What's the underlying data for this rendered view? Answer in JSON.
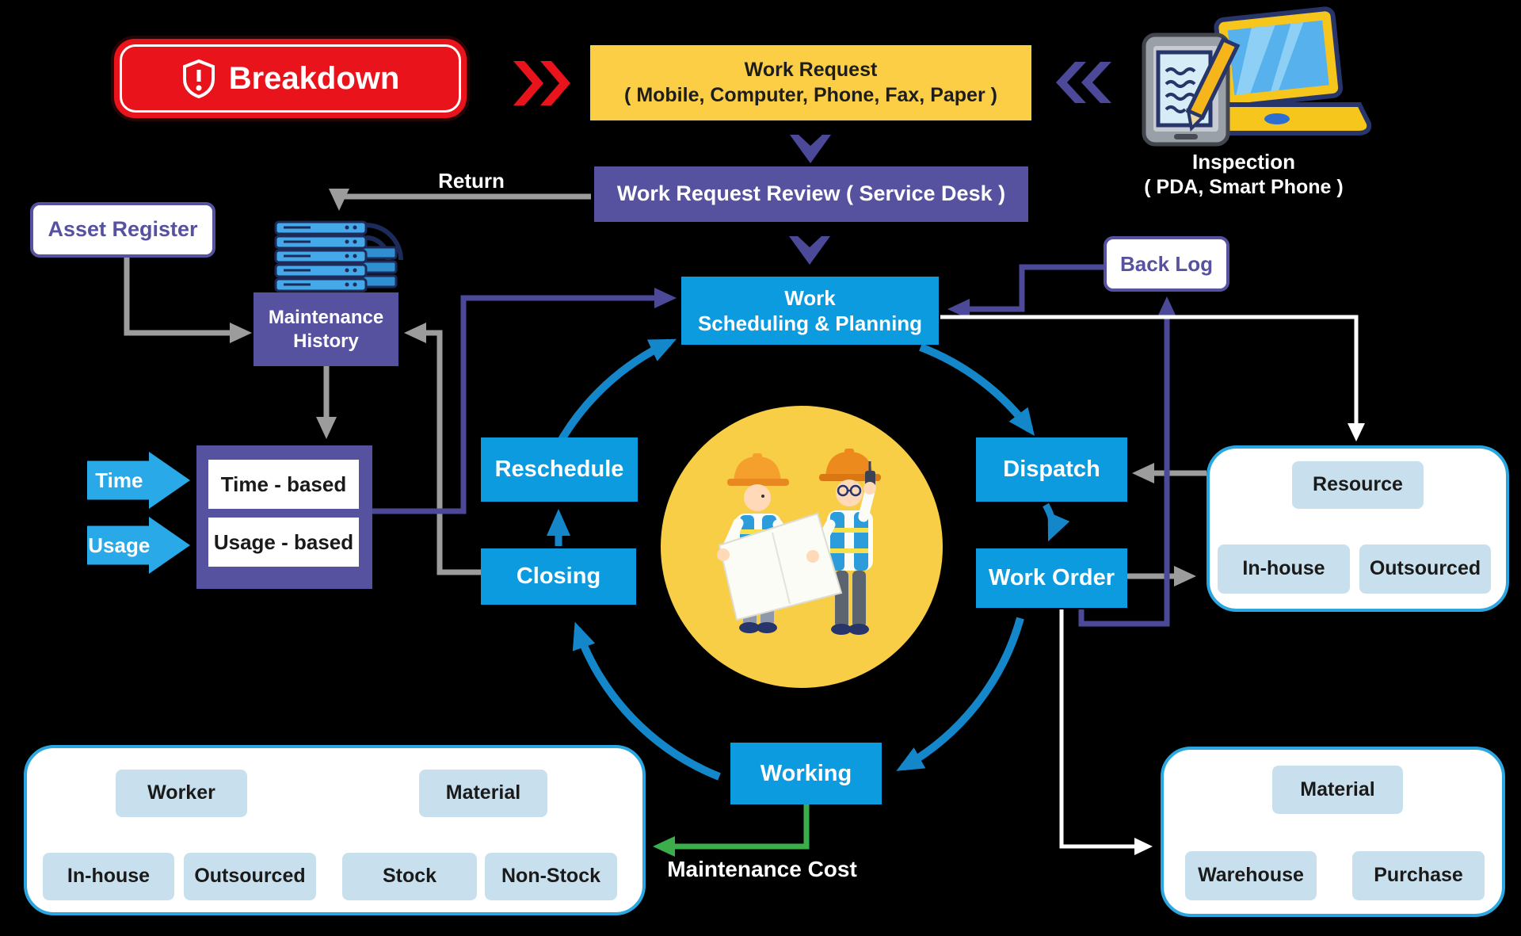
{
  "title": "Maintenance Work Flow Diagram",
  "colors": {
    "background": "#000000",
    "red": "#E8131B",
    "yellow": "#FBCE45",
    "purple_box": "#56529F",
    "purple_line": "#4C4999",
    "process_blue": "#0D9BDF",
    "arc_blue": "#1487CB",
    "light_blue_leaf": "#C8E0ED",
    "cyan_arrow": "#29A9E8",
    "group_border": "#2AA7E0",
    "gray_line": "#9C9C9C",
    "green_line": "#3BAD4A",
    "circle_yellow": "#F8CE47"
  },
  "nodes": {
    "breakdown": {
      "label": "Breakdown"
    },
    "work_request": {
      "line1": "Work Request",
      "line2": "( Mobile, Computer, Phone, Fax, Paper )"
    },
    "inspection": {
      "line1": "Inspection",
      "line2": "( PDA, Smart Phone )"
    },
    "work_request_review": {
      "label": "Work Request Review ( Service Desk )"
    },
    "return_label": "Return",
    "asset_register": {
      "label": "Asset Register"
    },
    "maintenance_history": {
      "line1": "Maintenance",
      "line2": "History"
    },
    "back_log": {
      "label": "Back Log"
    },
    "work_scheduling": {
      "line1": "Work",
      "line2": "Scheduling & Planning"
    },
    "time": {
      "arrow": "Time",
      "box": "Time - based"
    },
    "usage": {
      "arrow": "Usage",
      "box": "Usage - based"
    },
    "reschedule": {
      "label": "Reschedule"
    },
    "closing": {
      "label": "Closing"
    },
    "dispatch": {
      "label": "Dispatch"
    },
    "work_order": {
      "label": "Work Order"
    },
    "working": {
      "label": "Working"
    },
    "maintenance_cost": "Maintenance Cost"
  },
  "groups": {
    "resource": {
      "root": "Resource",
      "children": [
        "In-house",
        "Outsourced"
      ]
    },
    "worker": {
      "root": "Worker",
      "children": [
        "In-house",
        "Outsourced"
      ]
    },
    "material_left": {
      "root": "Material",
      "children": [
        "Stock",
        "Non-Stock"
      ]
    },
    "material_right": {
      "root": "Material",
      "children": [
        "Warehouse",
        "Purchase"
      ]
    }
  }
}
